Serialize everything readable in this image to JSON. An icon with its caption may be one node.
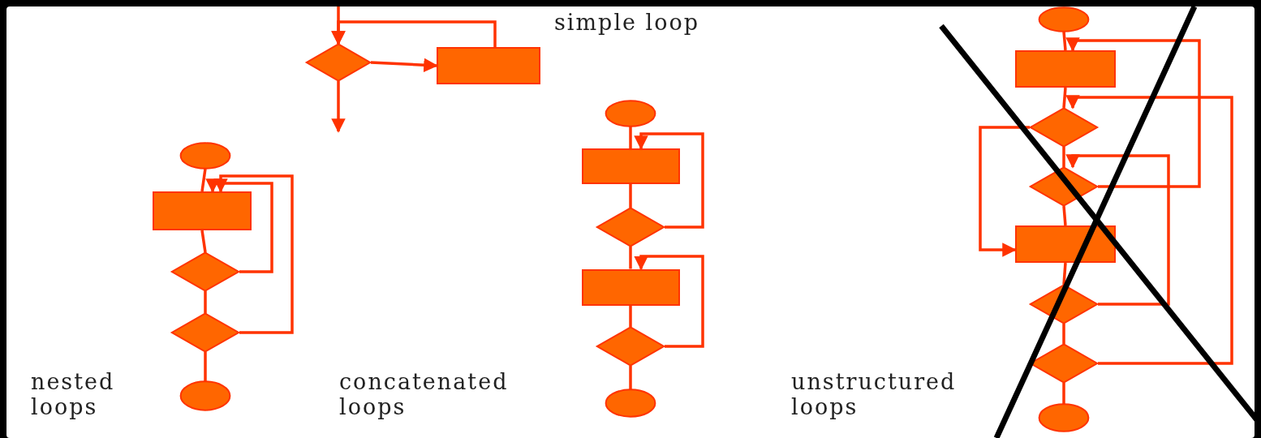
{
  "diagram": {
    "nodes": [
      {
        "text": [],
        "shape": "diamond"
      },
      {
        "text": [],
        "shape": "box"
      },
      {
        "text": [],
        "shape": "circle"
      },
      {
        "text": [],
        "shape": "box"
      },
      {
        "text": [],
        "shape": "diamond"
      },
      {
        "text": [],
        "shape": "diamond"
      },
      {
        "text": [],
        "shape": "circle"
      },
      {
        "text": [],
        "shape": "circle"
      },
      {
        "text": [],
        "shape": "box"
      },
      {
        "text": [],
        "shape": "diamond"
      },
      {
        "text": [],
        "shape": "box"
      },
      {
        "text": [],
        "shape": "diamond"
      },
      {
        "text": [],
        "shape": "circle"
      },
      {
        "text": [],
        "shape": "circle"
      },
      {
        "text": [],
        "shape": "box"
      },
      {
        "text": [],
        "shape": "diamond"
      },
      {
        "text": [],
        "shape": "diamond"
      },
      {
        "text": [],
        "shape": "box"
      },
      {
        "text": [],
        "shape": "diamond"
      },
      {
        "text": [],
        "shape": "diamond"
      },
      {
        "text": [],
        "shape": "circle"
      }
    ],
    "edges": [
      {
        "from": null,
        "to": 0,
        "arrow": "to"
      },
      {
        "from": 0,
        "to": 1,
        "arrow": "to"
      },
      {
        "from": 1,
        "to": 0,
        "arrow": "to"
      },
      {
        "from": 0,
        "to": null,
        "arrow": "to"
      },
      {
        "from": 2,
        "to": 3,
        "arrow": "none"
      },
      {
        "from": 3,
        "to": 4,
        "arrow": "none"
      },
      {
        "from": 4,
        "to": 5,
        "arrow": "none"
      },
      {
        "from": 5,
        "to": 6,
        "arrow": "none"
      },
      {
        "from": 4,
        "to": 3,
        "arrow": "to"
      },
      {
        "from": 5,
        "to": 3,
        "arrow": "to"
      },
      {
        "from": 7,
        "to": 8,
        "arrow": "none"
      },
      {
        "from": 8,
        "to": 9,
        "arrow": "none"
      },
      {
        "from": 9,
        "to": 10,
        "arrow": "none"
      },
      {
        "from": 10,
        "to": 11,
        "arrow": "none"
      },
      {
        "from": 11,
        "to": 12,
        "arrow": "none"
      },
      {
        "from": 9,
        "to": 8,
        "arrow": "to"
      },
      {
        "from": 11,
        "to": 10,
        "arrow": "to"
      },
      {
        "from": 13,
        "to": 14,
        "arrow": "none"
      },
      {
        "from": 14,
        "to": 15,
        "arrow": "none"
      },
      {
        "from": 15,
        "to": 16,
        "arrow": "none"
      },
      {
        "from": 16,
        "to": 17,
        "arrow": "none"
      },
      {
        "from": 17,
        "to": 18,
        "arrow": "none"
      },
      {
        "from": 18,
        "to": 19,
        "arrow": "none"
      },
      {
        "from": 19,
        "to": 20,
        "arrow": "none"
      },
      {
        "from": 16,
        "to": 14,
        "arrow": "to"
      },
      {
        "from": 15,
        "to": 17,
        "arrow": "to"
      },
      {
        "from": 18,
        "to": 16,
        "arrow": "to"
      },
      {
        "from": 19,
        "to": 15,
        "arrow": "to"
      }
    ],
    "labels": [
      "simple loop",
      "nested loops",
      "concatenated loops",
      "unstructured loops"
    ]
  }
}
